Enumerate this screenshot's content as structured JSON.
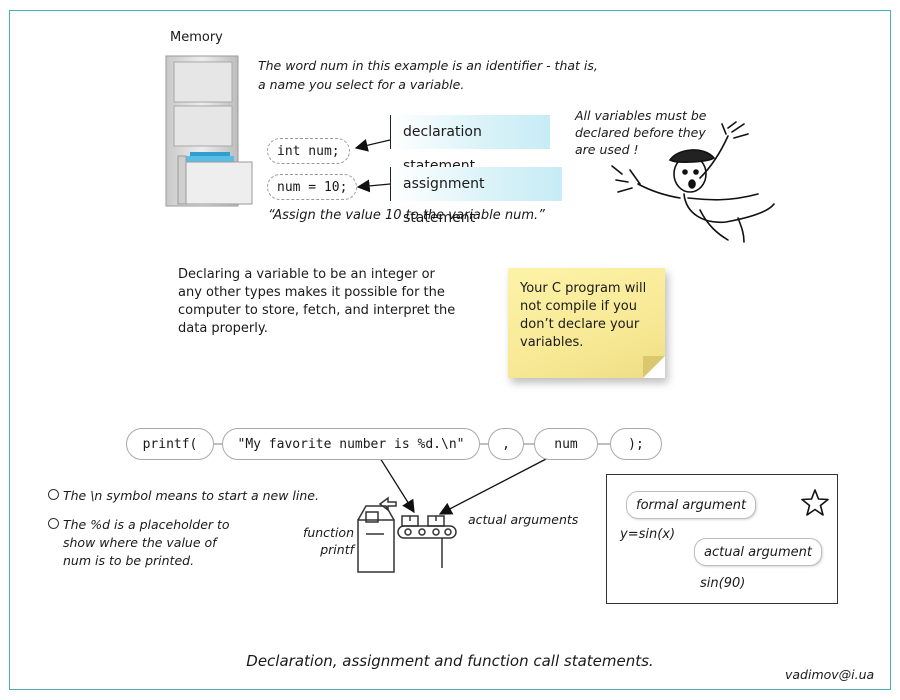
{
  "memory_label": "Memory",
  "intro_text": "The word num in this example is an identifier - that is, a name you select for a variable.",
  "code": {
    "declaration": "int num;",
    "assignment": "num = 10;"
  },
  "statements": {
    "declaration": "declaration statement",
    "assignment": "assignment statement"
  },
  "assign_note": "“Assign the value 10 to the variable num.”",
  "exclaim_text": "All variables must be declared before they are used !",
  "declaring_text": "Declaring a variable to be an integer or any other types makes it possible for the computer to store, fetch, and interpret the data properly.",
  "sticky_note": "Your C program will not compile if you don’t declare your variables.",
  "printf_parts": {
    "func": "printf(",
    "format": "\"My favorite number is %d.\\n\"",
    "comma": ",",
    "arg": "num",
    "close": ");"
  },
  "bullets": [
    "The \\n symbol means to start a new line.",
    "The %d is a placeholder to show where the value of num is to be printed."
  ],
  "function_label": "function printf",
  "actual_args_label": "actual arguments",
  "example": {
    "formal_label": "formal argument",
    "formal_expr": "y=sin(x)",
    "actual_label": "actual argument",
    "actual_expr": "sin(90)"
  },
  "caption": "Declaration, assignment and function call statements.",
  "signature": "vadimov@i.ua",
  "colors": {
    "frame": "#4ab0b8",
    "statement_bg": "#c7ecf6",
    "sticky": "#f6e792"
  }
}
